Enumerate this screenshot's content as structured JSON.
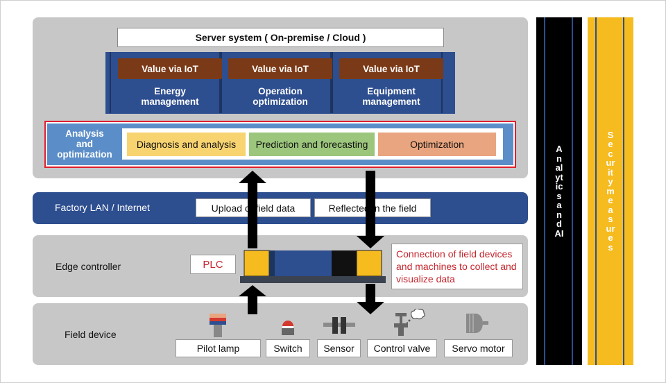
{
  "server": {
    "title": "Server system ( On-premise / Cloud )",
    "columns": [
      {
        "badge": "Value via IoT",
        "name_line1": "Energy",
        "name_line2": "management"
      },
      {
        "badge": "Value via IoT",
        "name_line1": "Operation",
        "name_line2": "optimization"
      },
      {
        "badge": "Value via IoT",
        "name_line1": "Equipment",
        "name_line2": "management"
      }
    ]
  },
  "analysis": {
    "label_line1": "Analysis",
    "label_line2": "and",
    "label_line3": "optimization",
    "items": [
      "Diagnosis and analysis",
      "Prediction and forecasting",
      "Optimization"
    ]
  },
  "network": {
    "label": "Factory LAN / Internet",
    "upload": "Upload of field data",
    "reflected": "Reflected in the field"
  },
  "edge": {
    "label": "Edge controller",
    "plc": "PLC",
    "note": "Connection of field devices and machines to collect and visualize data"
  },
  "field": {
    "label": "Field device",
    "devices": [
      "Pilot lamp",
      "Switch",
      "Sensor",
      "Control valve",
      "Servo motor"
    ]
  },
  "side": {
    "analytics": "Analytics and AI",
    "security": "Security measures"
  },
  "colors": {
    "panel_gray": "#c8c7c8",
    "navy": "#2d4e8f",
    "iot_brown": "#7b3a17",
    "analysis_blue": "#5b8ec8",
    "highlight_red": "#e0202e",
    "diagnosis_yellow": "#f8d471",
    "prediction_green": "#9cc67c",
    "optimization_salmon": "#e9a57f",
    "security_yellow": "#f5bb1f",
    "analytics_black": "#000000"
  }
}
